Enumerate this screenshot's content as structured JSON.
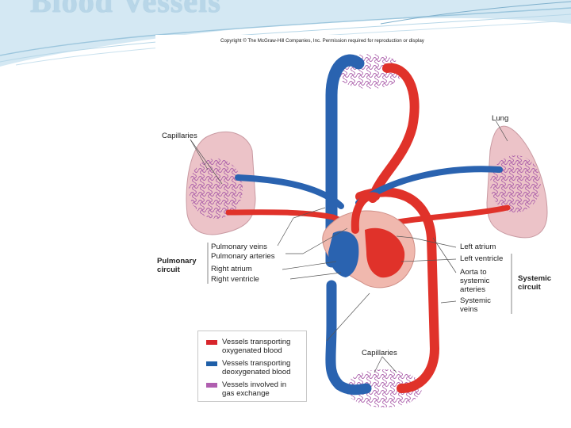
{
  "slide": {
    "title": "Blood Vessels"
  },
  "copyright": "Copyright © The McGraw-Hill Companies, Inc. Permission required for reproduction or display",
  "labels": {
    "capillaries_lung": "Capillaries",
    "lung": "Lung",
    "pulmonary_veins": "Pulmonary veins",
    "pulmonary_arteries": "Pulmonary arteries",
    "right_atrium": "Right atrium",
    "right_ventricle": "Right ventricle",
    "pulmonary_circuit_line1": "Pulmonary",
    "pulmonary_circuit_line2": "circuit",
    "left_atrium": "Left atrium",
    "left_ventricle": "Left ventricle",
    "aorta_line1": "Aorta to",
    "aorta_line2": "systemic",
    "aorta_line3": "arteries",
    "systemic_veins_line1": "Systemic",
    "systemic_veins_line2": "veins",
    "systemic_circuit_line1": "Systemic",
    "systemic_circuit_line2": "circuit",
    "capillaries_body": "Capillaries"
  },
  "legend": [
    {
      "line1": "Vessels transporting",
      "line2": "oxygenated blood",
      "color": "#d8262c"
    },
    {
      "line1": "Vessels transporting",
      "line2": "deoxygenated blood",
      "color": "#1f5fa8"
    },
    {
      "line1": "Vessels involved in",
      "line2": "gas exchange",
      "color": "#b05fb0"
    }
  ],
  "colors": {
    "oxygenated": "#e0322a",
    "deoxygenated": "#2a63b0",
    "gas_exchange": "#b05fb0",
    "lung_tissue": "#e9b9c0",
    "heart_wall": "#f0b8ae"
  }
}
